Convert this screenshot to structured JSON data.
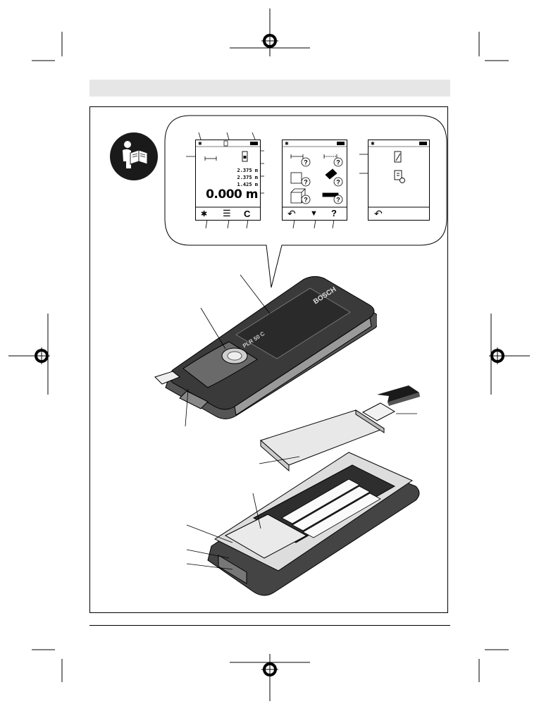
{
  "screen_left": {
    "readings": [
      "2.375 m",
      "2.375 m",
      "1.425 m"
    ],
    "main_value": "0.000 m",
    "softkeys": [
      "bluetooth-icon",
      "menu-icon",
      "clear-icon"
    ]
  },
  "screen_middle": {
    "softkeys": [
      "back-icon",
      "down-arrow-icon",
      "help-icon"
    ],
    "help_glyph": "?"
  },
  "screen_right": {
    "softkeys": [
      "back-icon"
    ]
  },
  "device": {
    "brand": "BOSCH",
    "model": "PLR 50 C"
  },
  "colors": {
    "header_band": "#e6e6e6",
    "device_body": "#3a3a3a",
    "device_trim": "#9a9a9a"
  }
}
